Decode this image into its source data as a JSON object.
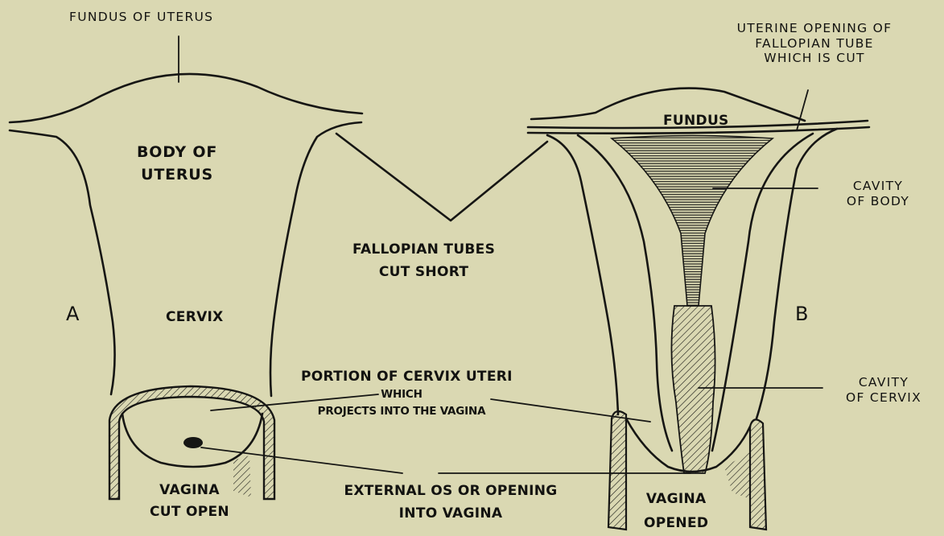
{
  "labels": {
    "fundus_of_uterus": "FUNDUS OF UTERUS",
    "body_of_uterus": [
      "BODY OF",
      "UTERUS"
    ],
    "fallopian_tubes": [
      "FALLOPIAN TUBES",
      "CUT SHORT"
    ],
    "cervix": "CERVIX",
    "letter_a": "A",
    "letter_b": "B",
    "uterine_opening": [
      "UTERINE OPENING OF",
      "FALLOPIAN TUBE",
      "WHICH IS CUT"
    ],
    "fundus": "FUNDUS",
    "cavity_of_body": [
      "CAVITY",
      "OF BODY"
    ],
    "cavity_of_cervix": [
      "CAVITY",
      "OF CERVIX"
    ],
    "portion_of_cervix": [
      "PORTION OF CERVIX UTERI",
      "WHICH",
      "PROJECTS INTO THE VAGINA"
    ],
    "external_os": [
      "EXTERNAL OS OR OPENING",
      "INTO VAGINA"
    ],
    "vagina_cut_open": [
      "VAGINA",
      "CUT OPEN"
    ],
    "vagina_opened": [
      "VAGINA",
      "OPENED"
    ]
  }
}
